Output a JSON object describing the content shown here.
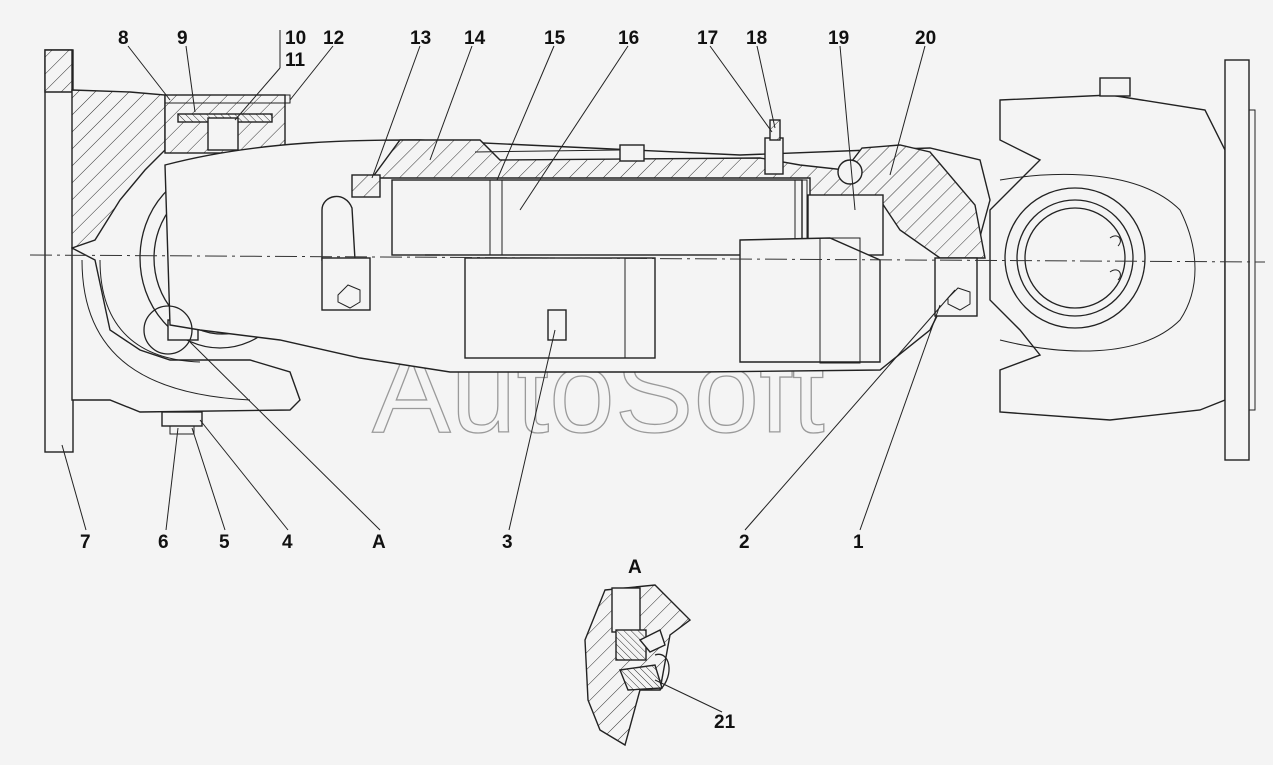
{
  "watermark": "AutoSoft",
  "detail_label": "A",
  "callouts": {
    "top": [
      "8",
      "9",
      "10",
      "11",
      "12",
      "13",
      "14",
      "15",
      "16",
      "17",
      "18",
      "19",
      "20"
    ],
    "bottom": [
      "7",
      "6",
      "5",
      "4",
      "A",
      "3",
      "2",
      "1"
    ],
    "detail": [
      "21"
    ]
  },
  "colors": {
    "line": "#222222",
    "background": "#f4f4f4",
    "watermark": "#9a9a9a"
  }
}
